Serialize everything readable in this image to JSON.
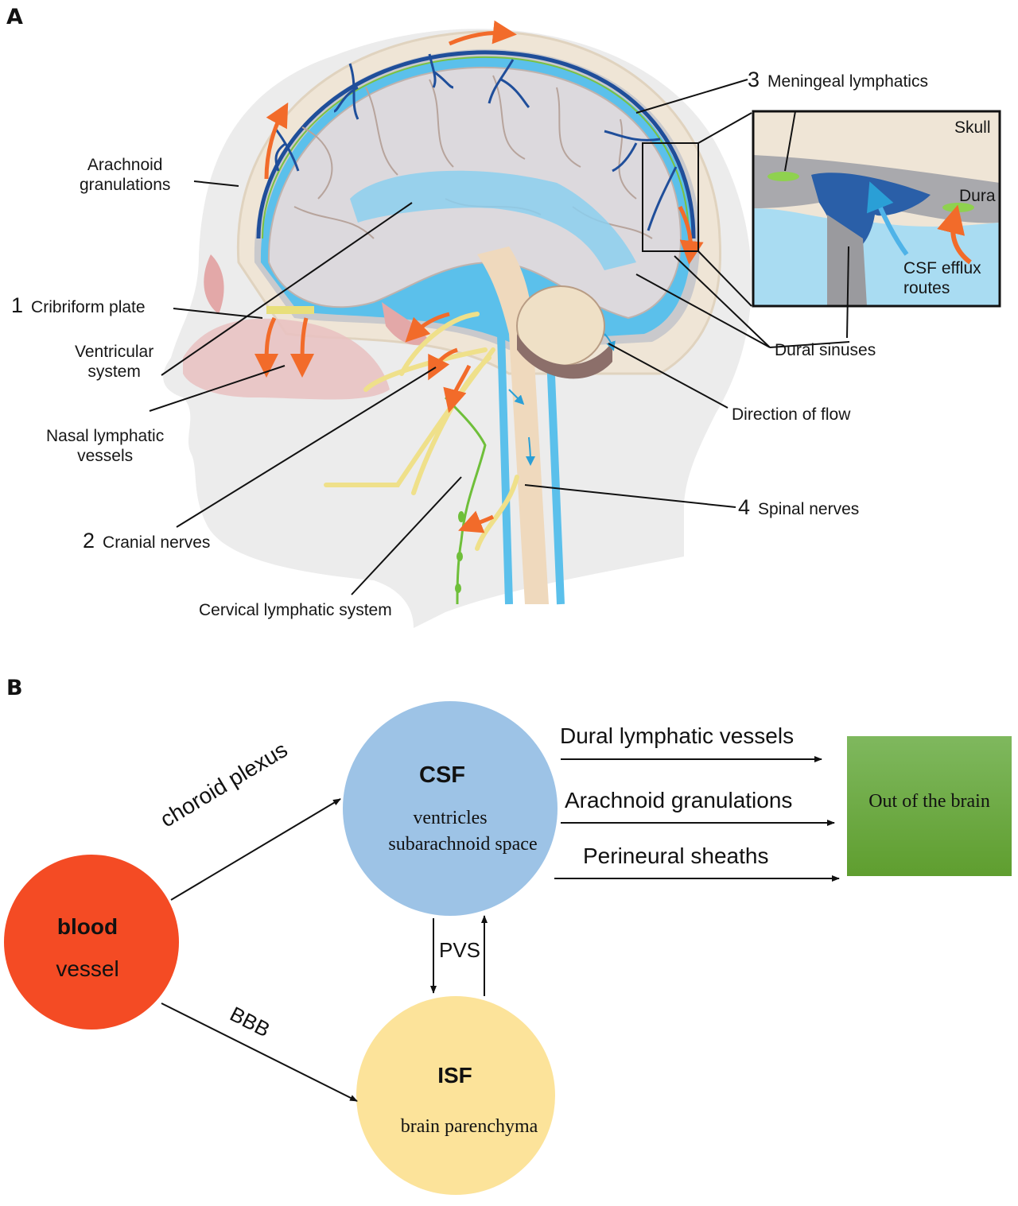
{
  "panel_a": {
    "letter": "A",
    "labels": {
      "arachnoid_granulations_1": "Arachnoid",
      "arachnoid_granulations_2": "granulations",
      "cribriform_num": "1",
      "cribriform": "Cribriform plate",
      "ventricular_1": "Ventricular",
      "ventricular_2": "system",
      "nasal_1": "Nasal lymphatic",
      "nasal_2": "vessels",
      "cranial_num": "2",
      "cranial": "Cranial nerves",
      "cervical": "Cervical lymphatic system",
      "meningeal_num": "3",
      "meningeal": "Meningeal lymphatics",
      "skull": "Skull",
      "dura": "Dura",
      "csf_efflux_1": "CSF efflux",
      "csf_efflux_2": "routes",
      "dural_sinuses": "Dural sinuses",
      "direction_of_flow": "Direction of flow",
      "spinal_num": "4",
      "spinal": "Spinal nerves"
    },
    "colors": {
      "csf_blue": "#5bc0eb",
      "vein_blue": "#1f4e9a",
      "flow_orange": "#f26b2a",
      "lymph_green": "#7ac142",
      "brain_grey": "#dcd9dd",
      "skull_beige": "#efe5d6",
      "head_grey": "#eeeeee",
      "nerve_yellow": "#efe08a",
      "nasal_pink": "#e9c1c1"
    }
  },
  "panel_b": {
    "letter": "B",
    "nodes": {
      "blood": {
        "title": "blood",
        "subtitle": "vessel",
        "color": "#f44b24"
      },
      "csf": {
        "title": "CSF",
        "subtitle_1": "ventricles",
        "subtitle_2": "subarachnoid space",
        "color": "#9dc3e6"
      },
      "isf": {
        "title": "ISF",
        "subtitle": "brain parenchyma",
        "color": "#fce39a"
      },
      "out": {
        "title": "Out of the brain",
        "color_top": "#7fb85e",
        "color_bottom": "#5f9e2f"
      }
    },
    "edges": {
      "choroid_plexus": "choroid plexus",
      "bbb": "BBB",
      "pvs": "PVS",
      "dural_lymphatic": "Dural lymphatic vessels",
      "arachnoid_granulations": "Arachnoid granulations",
      "perineural_sheaths": "Perineural sheaths"
    }
  }
}
